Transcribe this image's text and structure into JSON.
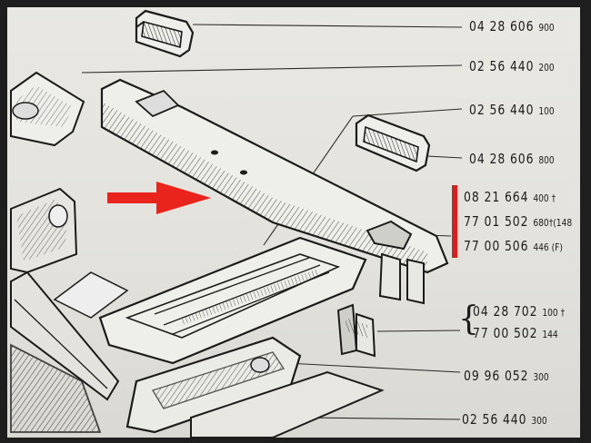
{
  "parts": [
    {
      "main": "04 28 606",
      "suffix": "900"
    },
    {
      "main": "02 56 440",
      "suffix": "200"
    },
    {
      "main": "02 56 440",
      "suffix": "100"
    },
    {
      "main": "04 28 606",
      "suffix": "800"
    },
    {
      "main": "08 21 664",
      "suffix": "400  †"
    },
    {
      "main": "77 01 502",
      "suffix": "680†(148"
    },
    {
      "main": "77 00 506",
      "suffix": "446 (F)"
    },
    {
      "main": "04 28 702",
      "suffix": "100 †"
    },
    {
      "main": "77 00 502",
      "suffix": "144"
    },
    {
      "main": "09 96 052",
      "suffix": "300"
    },
    {
      "main": "02 56 440",
      "suffix": "300"
    }
  ],
  "colors": {
    "highlight_arrow": "#e8241c",
    "highlight_bar": "#d81e1e",
    "ink": "#1b1b1b",
    "paper": "#e6e5df"
  }
}
